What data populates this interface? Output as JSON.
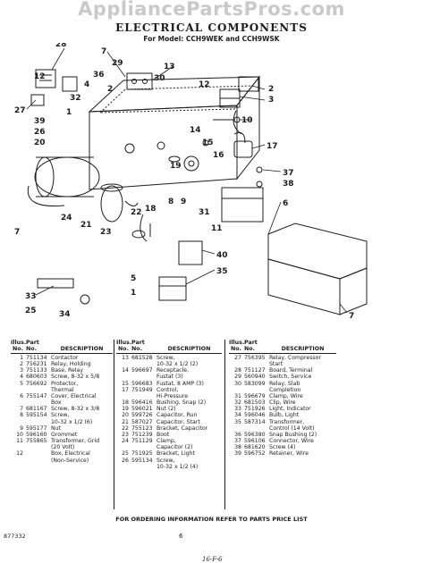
{
  "header": {
    "watermark": "AppliancePartsPros.com",
    "title": "ELECTRICAL COMPONENTS",
    "model_line": "For Model: CCH9WEK and CCH9WSK"
  },
  "diagram": {
    "callouts": [
      "1",
      "2",
      "3",
      "4",
      "5",
      "6",
      "7",
      "8",
      "9",
      "10",
      "11",
      "12",
      "13",
      "14",
      "15",
      "16",
      "17",
      "18",
      "19",
      "20",
      "21",
      "22",
      "23",
      "24",
      "25",
      "26",
      "27",
      "28",
      "29",
      "30",
      "31",
      "32",
      "33",
      "34",
      "35",
      "36",
      "37",
      "38",
      "39",
      "40"
    ]
  },
  "table": {
    "headers": {
      "illus": "Illus. No.",
      "part": "Part No.",
      "desc": "DESCRIPTION"
    },
    "col1": [
      {
        "no": "1",
        "part": "751134",
        "desc": "Contactor"
      },
      {
        "no": "2",
        "part": "756231",
        "desc": "Relay, Holding"
      },
      {
        "no": "3",
        "part": "751133",
        "desc": "Base, Relay"
      },
      {
        "no": "4",
        "part": "680603",
        "desc": "Screw, 8-32 x 5/8"
      },
      {
        "no": "5",
        "part": "756692",
        "desc": "Protector,"
      },
      {
        "no": "",
        "part": "",
        "desc": "Thermal"
      },
      {
        "no": "6",
        "part": "755147",
        "desc": "Cover, Electrical"
      },
      {
        "no": "",
        "part": "",
        "desc": "Box"
      },
      {
        "no": "7",
        "part": "681167",
        "desc": "Screw, 8-32 x 3/8"
      },
      {
        "no": "8",
        "part": "595154",
        "desc": "Screw,"
      },
      {
        "no": "",
        "part": "",
        "desc": "10-32 x 1/2 (6)"
      },
      {
        "no": "9",
        "part": "595177",
        "desc": "Nut"
      },
      {
        "no": "10",
        "part": "596160",
        "desc": "Grommet"
      },
      {
        "no": "11",
        "part": "755865",
        "desc": "Transformer, Grid"
      },
      {
        "no": "",
        "part": "",
        "desc": "(20 Volt)"
      },
      {
        "no": "12",
        "part": "",
        "desc": "Box, Electrical"
      },
      {
        "no": "",
        "part": "",
        "desc": "(Non-Service)"
      }
    ],
    "col2": [
      {
        "no": "13",
        "part": "681528",
        "desc": "Screw,"
      },
      {
        "no": "",
        "part": "",
        "desc": "10-32 x 1/2 (2)"
      },
      {
        "no": "14",
        "part": "596697",
        "desc": "Receptacle,"
      },
      {
        "no": "",
        "part": "",
        "desc": "Fustat (3)"
      },
      {
        "no": "15",
        "part": "596683",
        "desc": "Fustat, 8 AMP (3)"
      },
      {
        "no": "17",
        "part": "751949",
        "desc": "Control,"
      },
      {
        "no": "",
        "part": "",
        "desc": "Hi-Pressure"
      },
      {
        "no": "18",
        "part": "596416",
        "desc": "Bushing, Snap (2)"
      },
      {
        "no": "19",
        "part": "596021",
        "desc": "Nut (2)"
      },
      {
        "no": "20",
        "part": "599726",
        "desc": "Capacitor, Run"
      },
      {
        "no": "21",
        "part": "587027",
        "desc": "Capacitor, Start"
      },
      {
        "no": "22",
        "part": "755123",
        "desc": "Bracket, Capacitor"
      },
      {
        "no": "23",
        "part": "751239",
        "desc": "Boot"
      },
      {
        "no": "24",
        "part": "751129",
        "desc": "Clamp,"
      },
      {
        "no": "",
        "part": "",
        "desc": "Capacitor (2)"
      },
      {
        "no": "25",
        "part": "751925",
        "desc": "Bracket, Light"
      },
      {
        "no": "26",
        "part": "595134",
        "desc": "Screw,"
      },
      {
        "no": "",
        "part": "",
        "desc": "10-32 x 1/2 (4)"
      }
    ],
    "col3": [
      {
        "no": "27",
        "part": "756395",
        "desc": "Relay, Compressor"
      },
      {
        "no": "",
        "part": "",
        "desc": "Start"
      },
      {
        "no": "28",
        "part": "751127",
        "desc": "Board, Terminal"
      },
      {
        "no": "29",
        "part": "560940",
        "desc": "Switch, Service"
      },
      {
        "no": "30",
        "part": "583099",
        "desc": "Relay, Slab"
      },
      {
        "no": "",
        "part": "",
        "desc": "Completion"
      },
      {
        "no": "31",
        "part": "596679",
        "desc": "Clamp, Wire"
      },
      {
        "no": "32",
        "part": "681503",
        "desc": "Clip, Wire"
      },
      {
        "no": "33",
        "part": "751926",
        "desc": "Light, Indicator"
      },
      {
        "no": "34",
        "part": "596046",
        "desc": "Bulb, Light"
      },
      {
        "no": "35",
        "part": "587314",
        "desc": "Transformer,"
      },
      {
        "no": "",
        "part": "",
        "desc": "Control (14 Volt)"
      },
      {
        "no": "36",
        "part": "596380",
        "desc": "Snap Bushing (2)"
      },
      {
        "no": "37",
        "part": "596106",
        "desc": "Connector, Wire"
      },
      {
        "no": "38",
        "part": "681620",
        "desc": "Screw (4)"
      },
      {
        "no": "39",
        "part": "596752",
        "desc": "Retainer, Wire"
      }
    ]
  },
  "footer": {
    "note": "FOR ORDERING INFORMATION REFER TO PARTS PRICE LIST",
    "doc_code": "877332",
    "page": "6",
    "handwritten": "16-F-6"
  }
}
